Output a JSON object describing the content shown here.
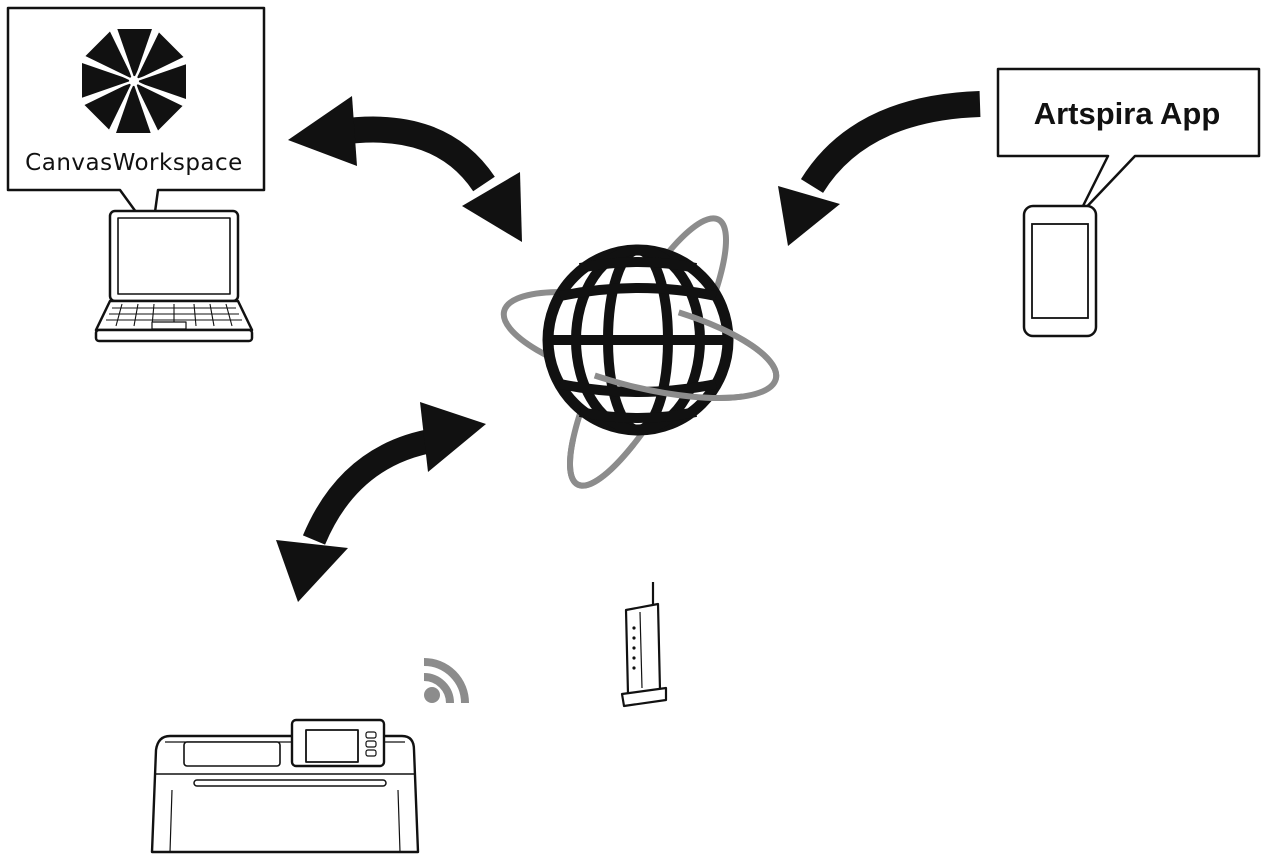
{
  "canvas_workspace": {
    "label": "CanvasWorkspace",
    "logo": "canvasworkspace-star-logo",
    "device": "laptop-icon"
  },
  "artspira": {
    "label": "Artspira App",
    "device": "smartphone-icon"
  },
  "center": {
    "icon": "globe-internet-icon"
  },
  "bottom": {
    "machine": "cutting-machine-icon",
    "wireless": "wifi-signal-icon",
    "router": "wireless-router-icon"
  },
  "colors": {
    "ink": "#111111",
    "orbit": "#8c8c8c",
    "background": "#ffffff"
  }
}
